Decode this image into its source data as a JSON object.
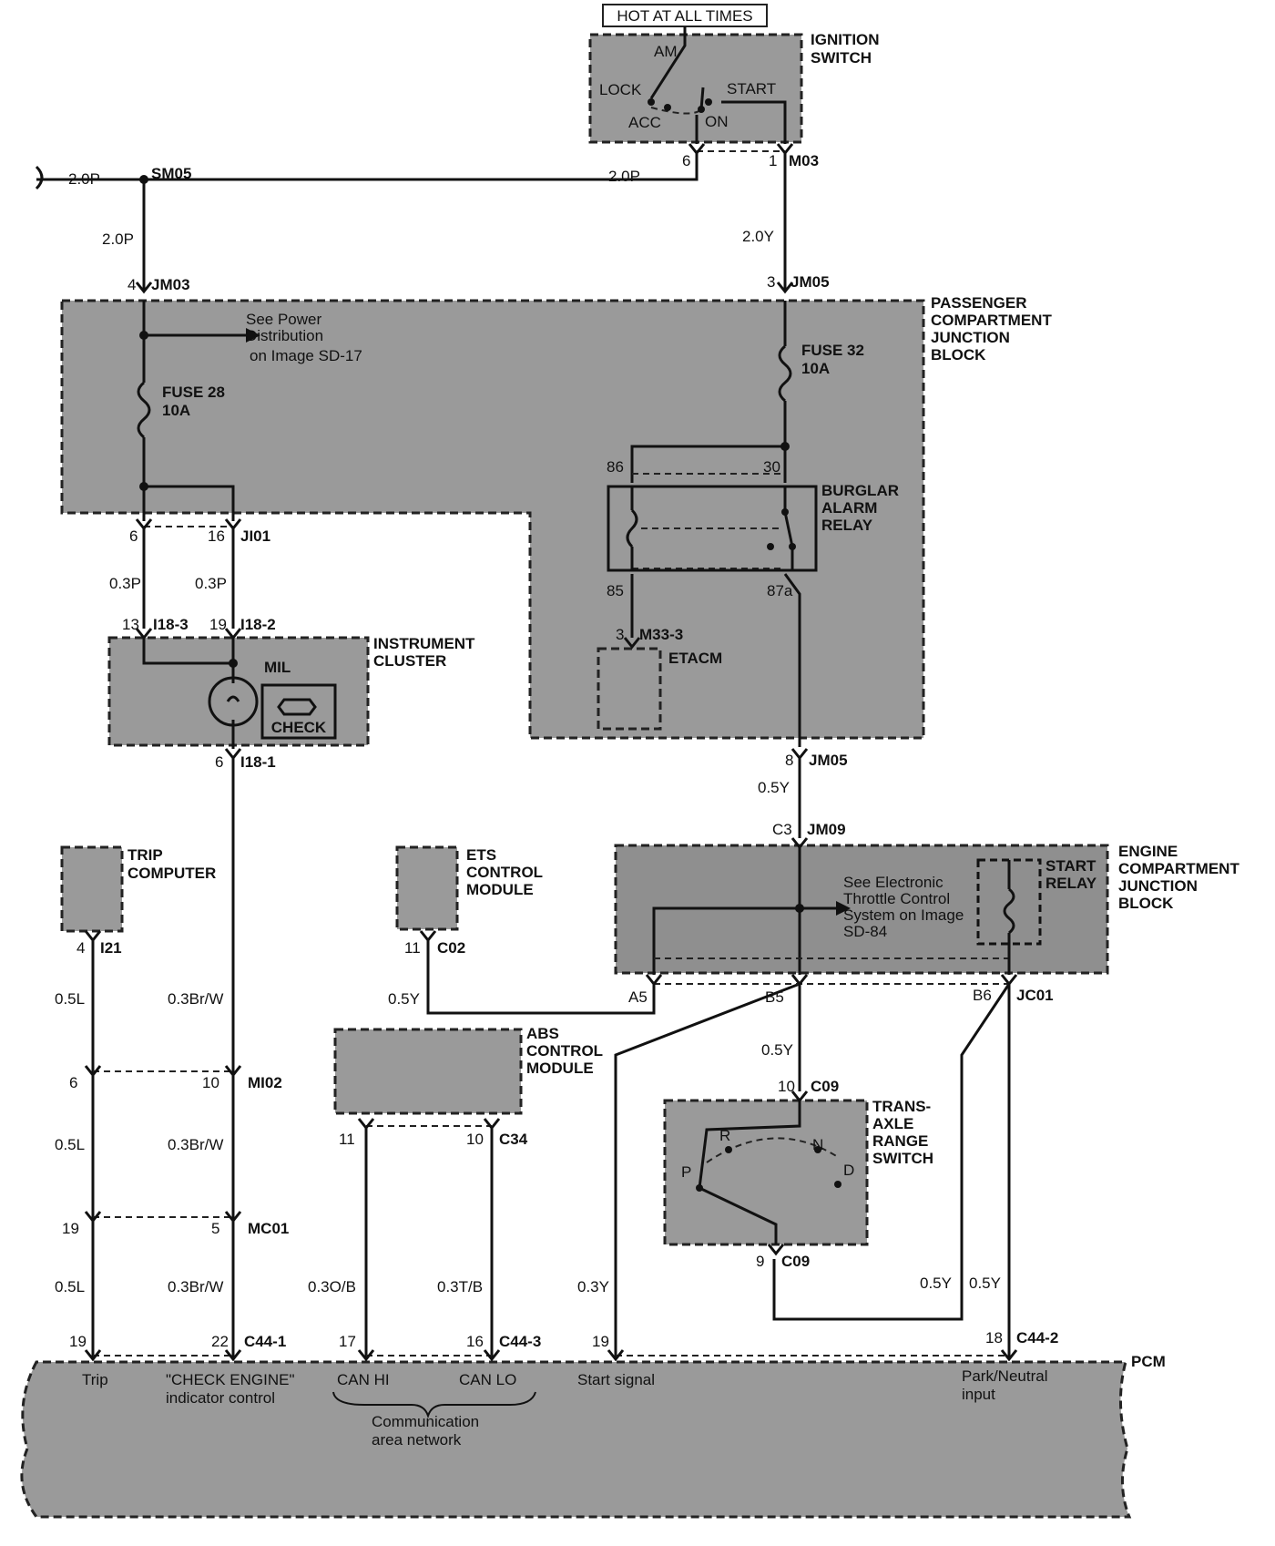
{
  "hot_label": "HOT AT ALL TIMES",
  "ignition": {
    "title1": "IGNITION",
    "title2": "SWITCH",
    "am": "AM",
    "lock": "LOCK",
    "start": "START",
    "acc": "ACC",
    "on": "ON",
    "pin6": "6",
    "pin1": "1",
    "conn": "M03"
  },
  "splice_sm05": "SM05",
  "wires": {
    "w_2p_left": "2.0P",
    "w_2p_right": "2.0P",
    "w_2p_down": "2.0P",
    "w_2y": "2.0Y",
    "w_03p_a": "0.3P",
    "w_03p_b": "0.3P",
    "w_05y_a": "0.5Y",
    "w_05y_ets": "0.5Y",
    "w_05y_c09": "0.5Y",
    "w_05l_1": "0.5L",
    "w_05l_2": "0.5L",
    "w_05l_3": "0.5L",
    "w_brw_1": "0.3Br/W",
    "w_brw_2": "0.3Br/W",
    "w_brw_3": "0.3Br/W",
    "w_ob": "0.3O/B",
    "w_tb": "0.3T/B",
    "w_03y": "0.3Y",
    "w_05y_r1": "0.5Y",
    "w_05y_r2": "0.5Y"
  },
  "pcjb": {
    "title": [
      "PASSENGER",
      "COMPARTMENT",
      "JUNCTION",
      "BLOCK"
    ],
    "pin_jm03": "4",
    "jm03": "JM03",
    "pin_jm05": "3",
    "jm05": "JM05",
    "see_power": [
      "See Power",
      "Distribution",
      "on Image SD-17"
    ],
    "fuse28": [
      "FUSE 28",
      "10A"
    ],
    "fuse32": [
      "FUSE 32",
      "10A"
    ],
    "relay_title": [
      "BURGLAR",
      "ALARM",
      "RELAY"
    ],
    "r86": "86",
    "r30": "30",
    "r85": "85",
    "r87a": "87a",
    "pin6": "6",
    "pin16": "16",
    "ji01": "JI01",
    "etacm": "ETACM",
    "etacm_pin": "3",
    "m33": "M33-3",
    "out_pin": "8",
    "out_conn": "JM05"
  },
  "cluster": {
    "title": [
      "INSTRUMENT",
      "CLUSTER"
    ],
    "mil": "MIL",
    "check": "CHECK",
    "p13": "13",
    "c1": "I18-3",
    "p19": "19",
    "c2": "I18-2",
    "p6": "6",
    "c3": "I18-1"
  },
  "trip": {
    "title": [
      "TRIP",
      "COMPUTER"
    ],
    "pin": "4",
    "conn": "I21"
  },
  "ets": {
    "title": [
      "ETS",
      "CONTROL",
      "MODULE"
    ],
    "pin": "11",
    "conn": "C02"
  },
  "abs": {
    "title": [
      "ABS",
      "CONTROL",
      "MODULE"
    ],
    "p11": "11",
    "p10": "10",
    "conn": "C34"
  },
  "ecjb": {
    "title": [
      "ENGINE",
      "COMPARTMENT",
      "JUNCTION",
      "BLOCK"
    ],
    "in_pin": "C3",
    "in_conn": "JM09",
    "see_etc": [
      "See Electronic",
      "Throttle Control",
      "System on Image",
      "SD-84"
    ],
    "start_relay": [
      "START",
      "RELAY"
    ],
    "a5": "A5",
    "b5": "B5",
    "b6": "B6",
    "jc01": "JC01"
  },
  "trs": {
    "title": [
      "TRANS-",
      "AXLE",
      "RANGE",
      "SWITCH"
    ],
    "p10": "10",
    "c_top": "C09",
    "p9": "9",
    "c_bot": "C09",
    "P": "P",
    "R": "R",
    "N": "N",
    "D": "D"
  },
  "inline": {
    "p6": "6",
    "p10": "10",
    "mi02": "MI02",
    "p19": "19",
    "p5": "5",
    "mc01": "MC01"
  },
  "pcm": {
    "title": "PCM",
    "p19a": "19",
    "p22": "22",
    "c1": "C44-1",
    "p17": "17",
    "p16": "16",
    "c3": "C44-3",
    "p19b": "19",
    "p18": "18",
    "c2": "C44-2",
    "trip": "Trip",
    "check_engine": "\"CHECK ENGINE\"",
    "indicator": "indicator control",
    "can_hi": "CAN HI",
    "can_lo": "CAN LO",
    "comm1": "Communication",
    "comm2": "area network",
    "start_signal": "Start signal",
    "park1": "Park/Neutral",
    "park2": "input"
  }
}
